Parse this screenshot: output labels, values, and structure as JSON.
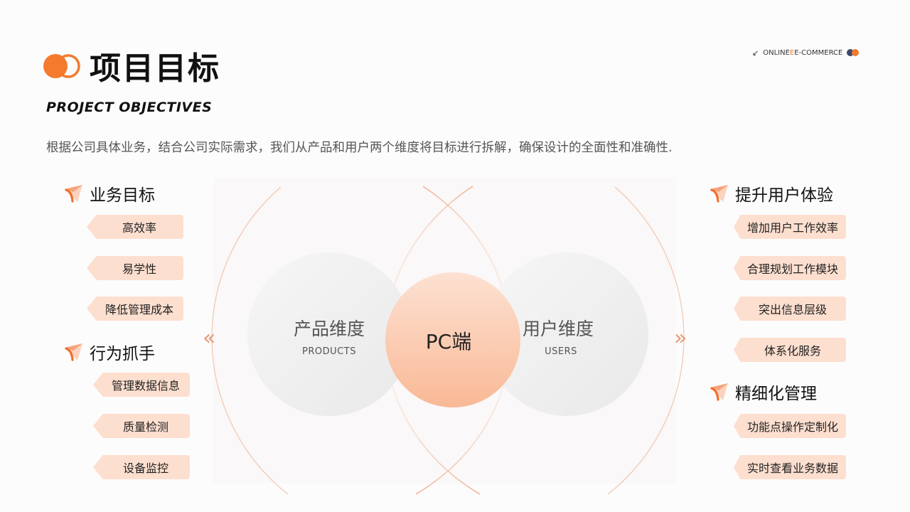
{
  "header": {
    "title": "项目目标",
    "subtitle": "PROJECT OBJECTIVES",
    "description": "根据公司具体业务，结合公司实际需求，我们从产品和用户两个维度将目标进行拆解，确保设计的全面性和准确性.",
    "brand": {
      "prefix": "ONLINE",
      "accent": "E",
      "rest": " E-COMMERCE"
    }
  },
  "colors": {
    "accent": "#f47a2e",
    "tag_bg": "#fddfcf",
    "navy": "#3b4a6b"
  },
  "diagram": {
    "left_circle": {
      "label": "产品维度",
      "sub": "PRODUCTS"
    },
    "center": {
      "label": "PC端"
    },
    "right_circle": {
      "label": "用户维度",
      "sub": "USERS"
    },
    "left_chevron": "«",
    "right_chevron": "»"
  },
  "left": {
    "sections": [
      {
        "title": "业务目标",
        "items": [
          "高效率",
          "易学性",
          "降低管理成本"
        ]
      },
      {
        "title": "行为抓手",
        "items": [
          "管理数据信息",
          "质量检测",
          "设备监控"
        ]
      }
    ]
  },
  "right": {
    "sections": [
      {
        "title": "提升用户体验",
        "items": [
          "增加用户工作效率",
          "合理规划工作模块",
          "突出信息层级",
          "体系化服务"
        ]
      },
      {
        "title": "精细化管理",
        "items": [
          "功能点操作定制化",
          "实时查看业务数据"
        ]
      }
    ]
  },
  "icons": {
    "logo": "overlapping-circles-logo",
    "section": "paper-plane-icon",
    "brand_arrow": "arrow-down-left-icon"
  }
}
